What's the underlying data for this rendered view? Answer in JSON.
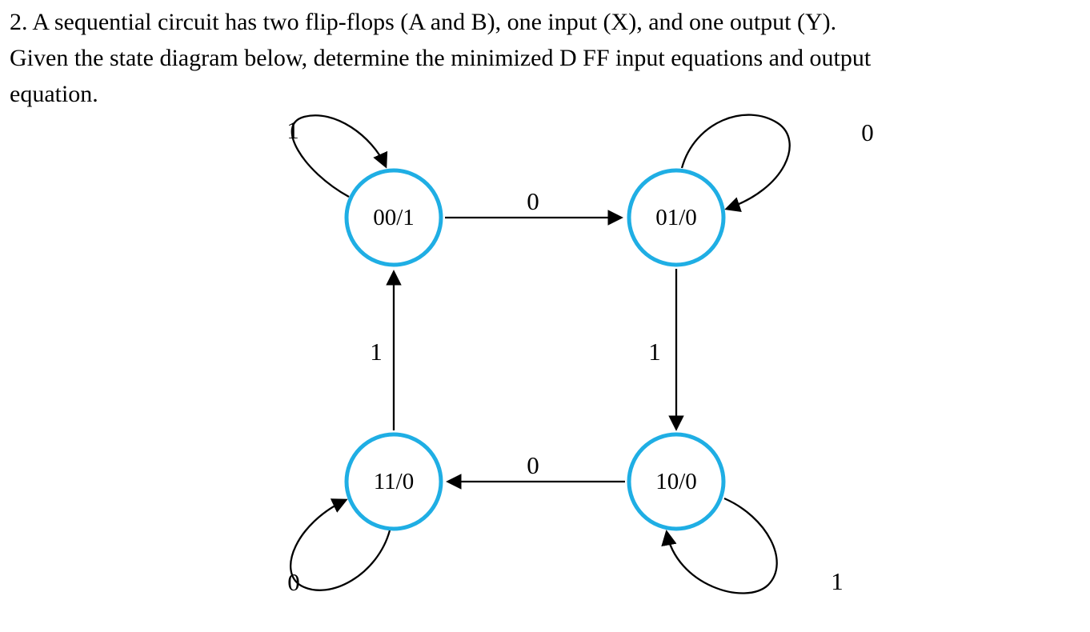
{
  "problem": {
    "lines": [
      "2.  A sequential circuit has two flip-flops (A and B), one input (X), and one output (Y).",
      "Given the state diagram below, determine the minimized D FF input equations and output",
      "equation."
    ]
  },
  "diagram": {
    "states": [
      {
        "id": "00",
        "label": "00/1"
      },
      {
        "id": "01",
        "label": "01/0"
      },
      {
        "id": "11",
        "label": "11/0"
      },
      {
        "id": "10",
        "label": "10/0"
      }
    ],
    "transitions": [
      {
        "from": "00",
        "to": "00",
        "input": "1"
      },
      {
        "from": "00",
        "to": "01",
        "input": "0"
      },
      {
        "from": "01",
        "to": "01",
        "input": "0"
      },
      {
        "from": "01",
        "to": "10",
        "input": "1"
      },
      {
        "from": "10",
        "to": "10",
        "input": "1"
      },
      {
        "from": "10",
        "to": "11",
        "input": "0"
      },
      {
        "from": "11",
        "to": "11",
        "input": "0"
      },
      {
        "from": "11",
        "to": "00",
        "input": "1"
      }
    ],
    "colors": {
      "state_stroke": "#1FAEE4",
      "arrow": "#000000",
      "text": "#000000"
    }
  }
}
